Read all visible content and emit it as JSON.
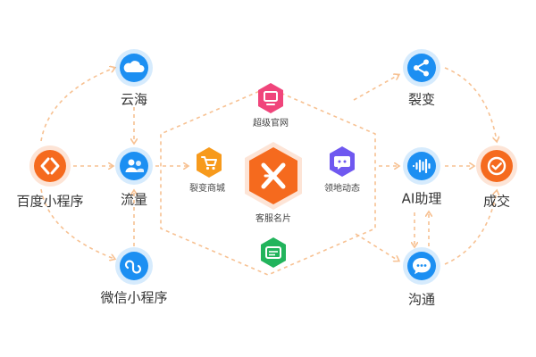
{
  "diagram": {
    "colors": {
      "blue": "#1c8ff2",
      "orange": "#f56a1e",
      "flow": "#f7c192",
      "pink": "#f0457b",
      "violet": "#6f58f0",
      "green": "#22b45c",
      "amber": "#f79a1c"
    },
    "nodes": {
      "yunhai": {
        "label": "云海",
        "icon": "cloud-icon"
      },
      "baidu": {
        "label": "百度小程序",
        "icon": "baidu-mini-program-icon"
      },
      "liuliang": {
        "label": "流量",
        "icon": "users-icon"
      },
      "weixin": {
        "label": "微信小程序",
        "icon": "wechat-mini-program-icon"
      },
      "chaoji": {
        "label": "超级官网",
        "icon": "website-icon"
      },
      "liebian_shop": {
        "label": "裂变商城",
        "icon": "cart-icon"
      },
      "center": {
        "label": "客服名片",
        "icon": "brand-x-icon"
      },
      "lingdi": {
        "label": "领地动态",
        "icon": "chat-bot-icon"
      },
      "mingpian": {
        "icon": "card-icon"
      },
      "liebian": {
        "label": "裂变",
        "icon": "share-icon"
      },
      "ai": {
        "label": "AI助理",
        "icon": "voice-wave-icon"
      },
      "goutong": {
        "label": "沟通",
        "icon": "chat-icon"
      },
      "chengjiao": {
        "label": "成交",
        "icon": "check-icon"
      }
    }
  }
}
